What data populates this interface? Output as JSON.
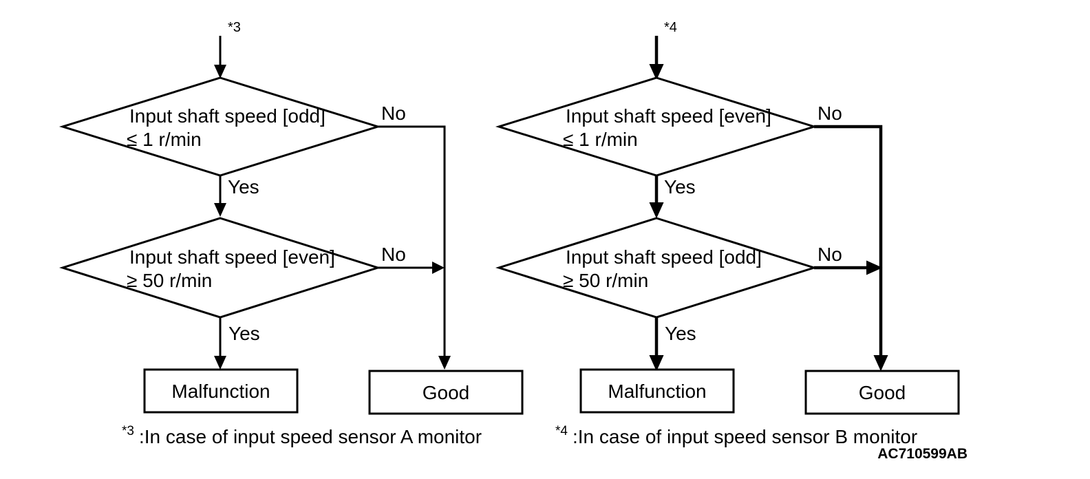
{
  "figure_code": "AC710599AB",
  "edge_labels": {
    "yes": "Yes",
    "no": "No"
  },
  "colors": {
    "line": "#000000",
    "background": "#ffffff"
  },
  "charts": [
    {
      "start_ref": "*3",
      "decision1_line1": "Input shaft speed [odd]",
      "decision1_line2": "≤ 1 r/min",
      "decision2_line1": "Input shaft speed [even]",
      "decision2_line2": "≥ 50 r/min",
      "malfunction_label": "Malfunction",
      "good_label": "Good",
      "footnote_ref": "*3",
      "footnote_text": ":In case of input speed sensor A monitor"
    },
    {
      "start_ref": "*4",
      "decision1_line1": "Input shaft speed [even]",
      "decision1_line2": "≤ 1 r/min",
      "decision2_line1": "Input shaft speed [odd]",
      "decision2_line2": "≥ 50 r/min",
      "malfunction_label": "Malfunction",
      "good_label": "Good",
      "footnote_ref": "*4",
      "footnote_text": ":In case of input speed sensor B monitor"
    }
  ]
}
